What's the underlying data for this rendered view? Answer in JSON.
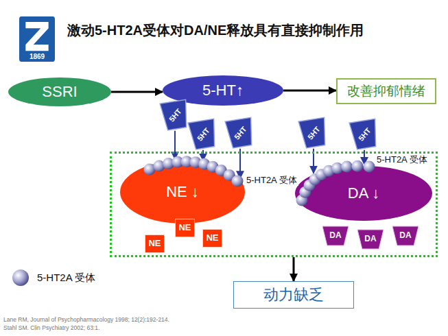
{
  "diagram": {
    "title": "激动5-HT2A受体对DA/NE释放具有直接抑制作用",
    "nodes": [
      {
        "text": [
          "1869"
        ]
      },
      {
        "text": [
          "SSRI"
        ]
      },
      {
        "text": [
          "5-HT↑"
        ]
      },
      {
        "text": [
          "改善抑郁情绪"
        ]
      },
      {
        "text": [
          "5HT"
        ]
      },
      {
        "text": [
          "5HT"
        ]
      },
      {
        "text": [
          "5HT"
        ]
      },
      {
        "text": [
          "5HT"
        ]
      },
      {
        "text": [
          "5HT"
        ]
      },
      {
        "text": []
      },
      {
        "text": [
          "NE ↓"
        ],
        "in": 9
      },
      {
        "text": [
          "DA ↓"
        ],
        "in": 9
      },
      {
        "text": [
          "NE"
        ],
        "in": 9
      },
      {
        "text": [
          "NE"
        ],
        "in": 9
      },
      {
        "text": [
          "NE"
        ],
        "in": 9
      },
      {
        "text": [
          "DA"
        ],
        "in": 9
      },
      {
        "text": [
          "DA"
        ],
        "in": 9
      },
      {
        "text": [
          "DA"
        ],
        "in": 9
      },
      {
        "text": [
          "动力缺乏"
        ]
      }
    ],
    "edges": [
      {
        "from": 1,
        "to": 2,
        "arrow": "to"
      },
      {
        "from": 2,
        "to": 3,
        "arrow": "to"
      },
      {
        "from": 4,
        "to": 10,
        "arrow": "to"
      },
      {
        "from": 5,
        "to": 10,
        "arrow": "to"
      },
      {
        "from": 6,
        "to": 10,
        "arrow": "to"
      },
      {
        "from": 7,
        "to": 11,
        "arrow": "to"
      },
      {
        "from": 8,
        "to": 11,
        "arrow": "to"
      },
      {
        "from": 9,
        "to": 18,
        "arrow": "to"
      }
    ],
    "labels": [
      "5-HT2A 受体",
      "5-HT2A 受体",
      "Lane RM, Journal of Psychopharmacology 1998; 12(2):192-214.",
      "Stahl SM. Clin Psychiatry 2002; 63:1."
    ],
    "legend": [
      {
        "text": "5-HT2A 受体"
      }
    ]
  }
}
